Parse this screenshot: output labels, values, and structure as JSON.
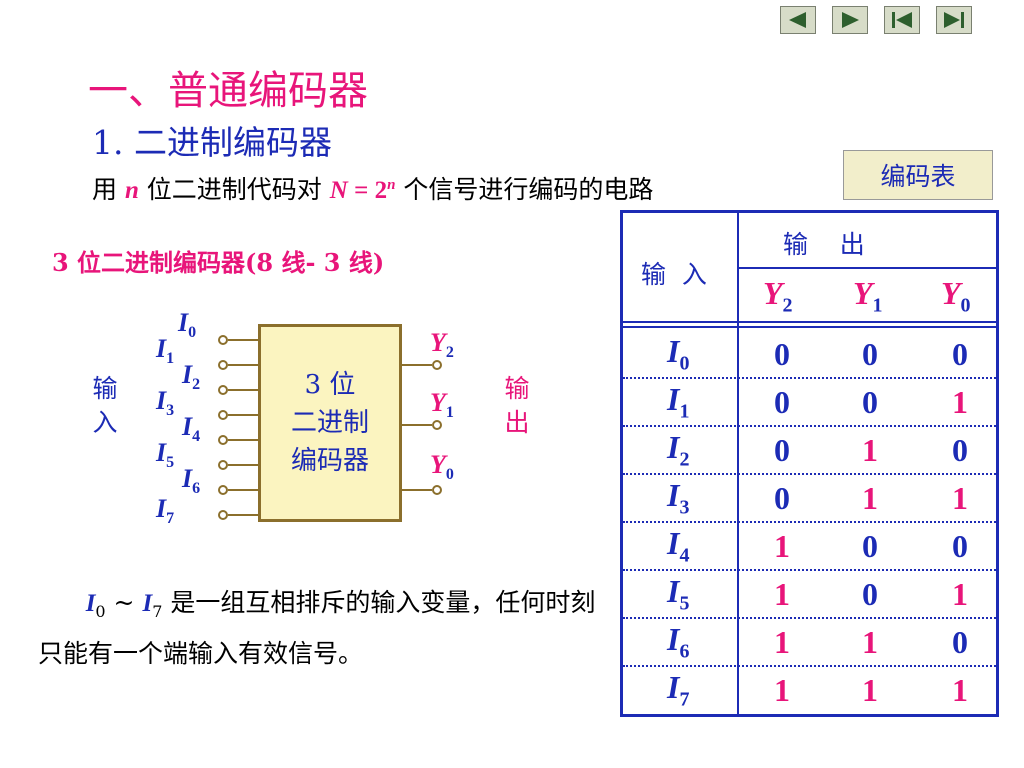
{
  "nav": {
    "buttons": [
      {
        "name": "prev-icon"
      },
      {
        "name": "next-icon"
      },
      {
        "name": "first-icon"
      },
      {
        "name": "last-icon"
      }
    ]
  },
  "title": "一、普通编码器",
  "subtitle": "1. 二进制编码器",
  "desc": {
    "pre": "用 ",
    "n": "n",
    "mid": " 位二进制代码对 ",
    "formula_N": "N",
    "formula_eq": " = 2",
    "formula_exp": "n",
    "post": " 个信号进行编码的电路"
  },
  "code_table_button": "编码表",
  "encoder_label": "3 位二进制编码器(8 线- 3 线)",
  "diagram": {
    "input_side": "输入",
    "output_side": "输出",
    "block_lines": [
      "3 位",
      "二进制",
      "编码器"
    ],
    "inputs": [
      "0",
      "1",
      "2",
      "3",
      "4",
      "5",
      "6",
      "7"
    ],
    "outputs": [
      "2",
      "1",
      "0"
    ],
    "input_letter": "I",
    "output_letter": "Y"
  },
  "note": {
    "i_letter": "I",
    "from_sub": "0",
    "tilde": " ~ ",
    "to_sub": "7",
    "text": " 是一组互相排斥的输入变量，任何时刻只能有一个端输入有效信号。"
  },
  "table": {
    "header_input": "输  入",
    "header_output": "输    出",
    "output_cols": [
      "2",
      "1",
      "0"
    ],
    "rows": [
      {
        "in": "0",
        "bits": [
          "0",
          "0",
          "0"
        ]
      },
      {
        "in": "1",
        "bits": [
          "0",
          "0",
          "1"
        ]
      },
      {
        "in": "2",
        "bits": [
          "0",
          "1",
          "0"
        ]
      },
      {
        "in": "3",
        "bits": [
          "0",
          "1",
          "1"
        ]
      },
      {
        "in": "4",
        "bits": [
          "1",
          "0",
          "0"
        ]
      },
      {
        "in": "5",
        "bits": [
          "1",
          "0",
          "1"
        ]
      },
      {
        "in": "6",
        "bits": [
          "1",
          "1",
          "0"
        ]
      },
      {
        "in": "7",
        "bits": [
          "1",
          "1",
          "1"
        ]
      }
    ]
  },
  "colors": {
    "pink": "#e8157a",
    "blue": "#1c2bb5",
    "block_fill": "#fbf4c0",
    "block_border": "#8b6f2c"
  }
}
